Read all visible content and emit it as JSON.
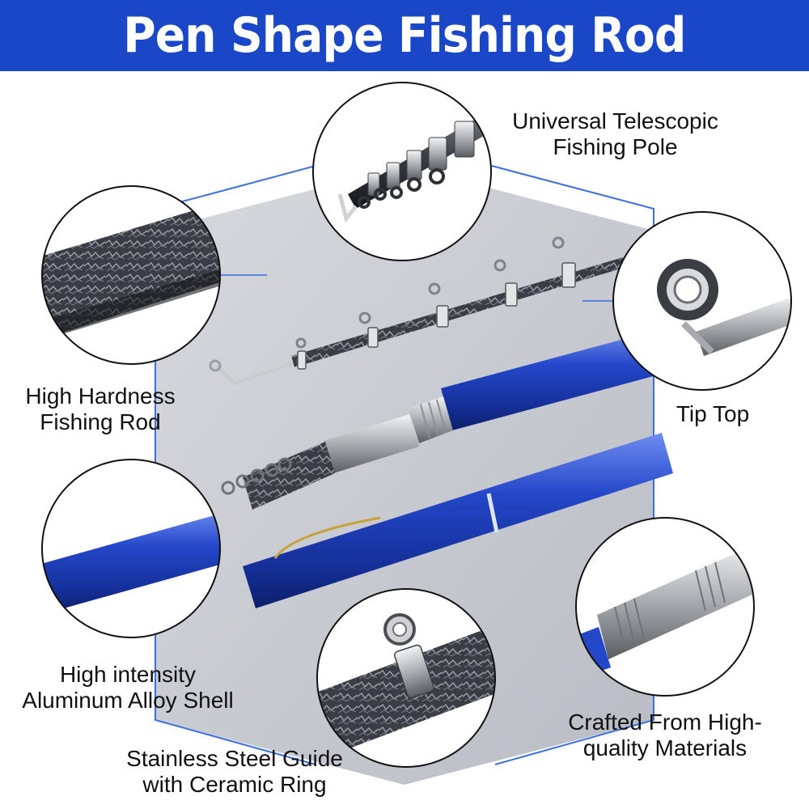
{
  "title": "Pen Shape Fishing Rod",
  "colors": {
    "banner": "#1a47c8",
    "hexagon": "#c9ccd3",
    "hex_outline": "#3b6fe0",
    "rod_blue": "#1f3fb8",
    "carbon": "#2e3138"
  },
  "features": [
    {
      "label_1": "Universal Telescopic",
      "label_2": "Fishing Pole"
    },
    {
      "label_1": "High Hardness",
      "label_2": "Fishing Rod"
    },
    {
      "label_1": "Tip Top",
      "label_2": ""
    },
    {
      "label_1": "High intensity",
      "label_2": "Aluminum Alloy Shell"
    },
    {
      "label_1": "Crafted From High-",
      "label_2": "quality Materials"
    },
    {
      "label_1": "Stainless Steel Guide",
      "label_2": "with Ceramic Ring"
    }
  ]
}
